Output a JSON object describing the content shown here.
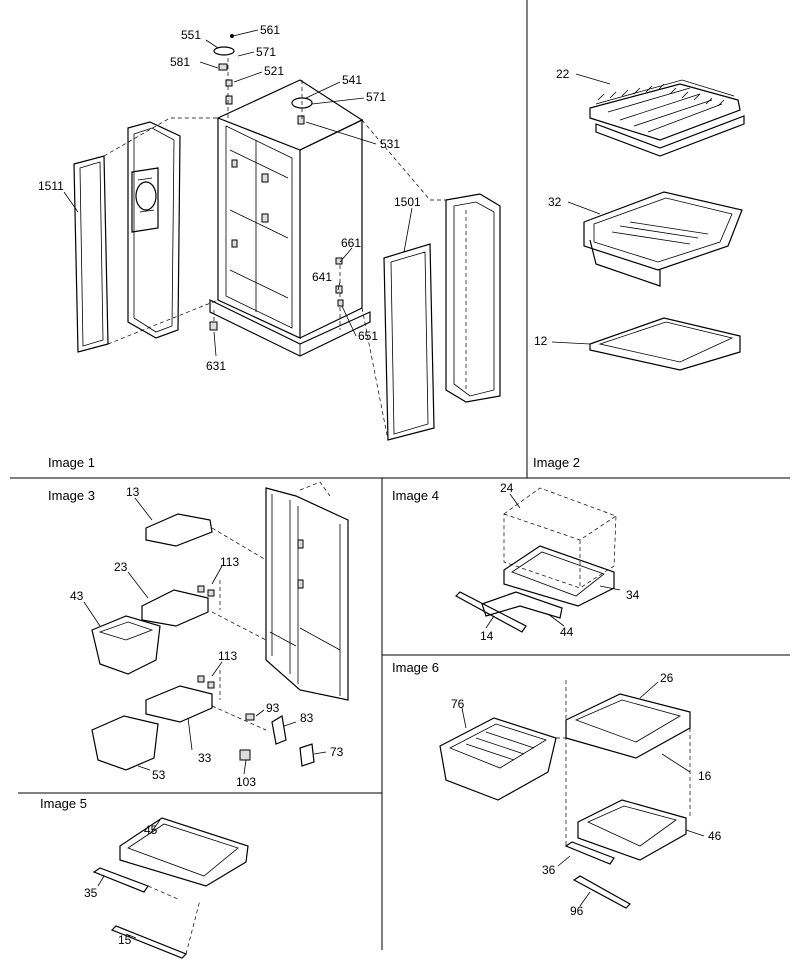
{
  "panels": [
    {
      "key": "p1",
      "caption": "Image 1"
    },
    {
      "key": "p2",
      "caption": "Image 2"
    },
    {
      "key": "p3",
      "caption": "Image 3"
    },
    {
      "key": "p4",
      "caption": "Image 4"
    },
    {
      "key": "p5",
      "caption": "Image 5"
    },
    {
      "key": "p6",
      "caption": "Image 6"
    }
  ],
  "callouts": {
    "p1": [
      "551",
      "561",
      "571",
      "581",
      "521",
      "541",
      "571",
      "531",
      "1511",
      "1501",
      "661",
      "641",
      "651",
      "631"
    ],
    "p2": [
      "22",
      "32",
      "12"
    ],
    "p3": [
      "13",
      "113",
      "23",
      "43",
      "113",
      "93",
      "83",
      "33",
      "53",
      "103",
      "73"
    ],
    "p4": [
      "24",
      "34",
      "14",
      "44"
    ],
    "p5": [
      "45",
      "35",
      "15"
    ],
    "p6": [
      "26",
      "76",
      "16",
      "46",
      "36",
      "96"
    ]
  }
}
